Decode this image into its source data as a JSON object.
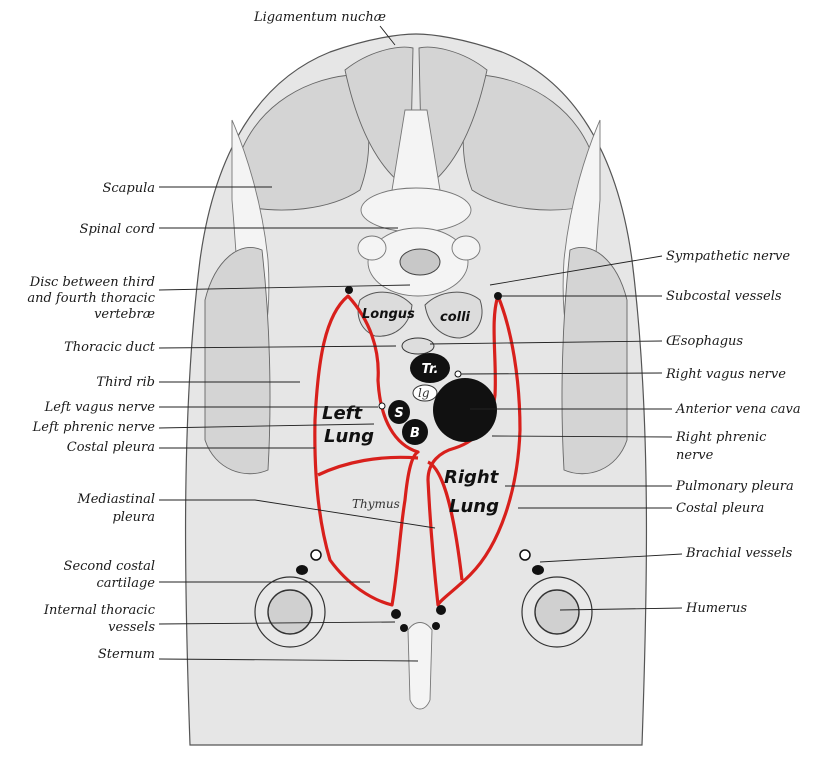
{
  "labels": {
    "ligamentum_nuchae": "Ligamentum nuchæ",
    "scapula": "Scapula",
    "spinal_cord": "Spinal cord",
    "disc_line1": "Disc between third",
    "disc_line2": "and fourth thoracic",
    "disc_line3": "vertebræ",
    "thoracic_duct": "Thoracic duct",
    "third_rib": "Third rib",
    "left_vagus_nerve": "Left vagus nerve",
    "left_phrenic_nerve": "Left phrenic nerve",
    "costal_pleura_left": "Costal pleura",
    "mediastinal_line1": "Mediastinal",
    "mediastinal_line2": "pleura",
    "second_costal_line1": "Second costal",
    "second_costal_line2": "cartilage",
    "internal_thoracic_line1": "Internal thoracic",
    "internal_thoracic_line2": "vessels",
    "sternum": "Sternum",
    "sympathetic_nerve": "Sympathetic nerve",
    "subcostal_vessels": "Subcostal vessels",
    "oesophagus": "Œsophagus",
    "right_vagus_nerve": "Right vagus nerve",
    "anterior_vena_cava": "Anterior vena cava",
    "right_phrenic_line1": "Right phrenic",
    "right_phrenic_line2": "nerve",
    "pulmonary_pleura": "Pulmonary pleura",
    "costal_pleura_right": "Costal pleura",
    "brachial_vessels": "Brachial vessels",
    "humerus": "Humerus"
  },
  "inner_labels": {
    "longus": "Longus",
    "colli": "colli",
    "left_lung_line1": "Left",
    "left_lung_line2": "Lung",
    "right_lung_line1": "Right",
    "right_lung_line2": "Lung",
    "thymus": "Thymus",
    "trachea": "Tr.",
    "s": "S",
    "b": "B",
    "lig": "lg"
  },
  "colors": {
    "pleura": "#d8201c",
    "ink": "#1a1a1a",
    "tissue": "#e6e6e6"
  }
}
